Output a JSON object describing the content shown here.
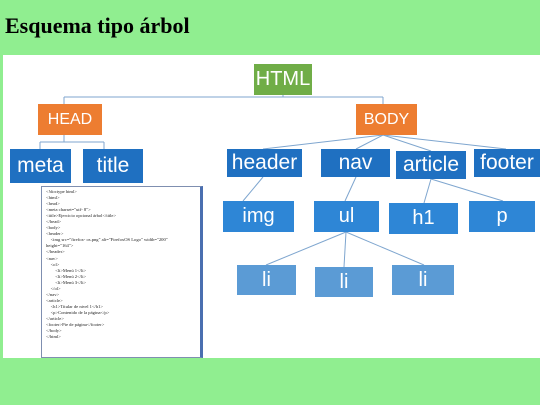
{
  "page": {
    "title": "Esquema tipo árbol"
  },
  "diagram": {
    "nodes": {
      "html": "HTML",
      "head": "HEAD",
      "body": "BODY",
      "meta": "meta",
      "title": "title",
      "header": "header",
      "nav": "nav",
      "article": "article",
      "footer": "footer",
      "img": "img",
      "ul": "ul",
      "h1": "h1",
      "p": "p",
      "li1": "li",
      "li2": "li",
      "li3": "li"
    },
    "colors": {
      "html": "#70ad47",
      "head_body": "#ed7d31",
      "level2": "#1f70c1",
      "level3": "#2e86d6",
      "level4": "#5b9bd5",
      "edges": "#7fa6cf"
    }
  },
  "code_listing": [
    "<!doctype html>",
    "<html>",
    "<head>",
    "<meta charset=\"utf- 8\">",
    "<title>Ejercicio opcional árbol</title>",
    "</head>",
    "<body>",
    "<header>",
    "    <img src=\"firefox- os.png\" alt=\"FirefoxOS Logo\" width=\"200\"",
    "height=\"164\">",
    "</header>",
    "<nav>",
    "    <ol>",
    "        <li>Menú 1</li>",
    "        <li>Menú 2</li>",
    "        <li>Menú 3</li>",
    "    </ol>",
    "</nav>",
    "<article>",
    "    <h1>Titular de nivel 1</h1>",
    "    <p>Contenido de la página</p>",
    "</article>",
    "<footer>Pie de página</footer>",
    "</body>",
    "</html>"
  ]
}
